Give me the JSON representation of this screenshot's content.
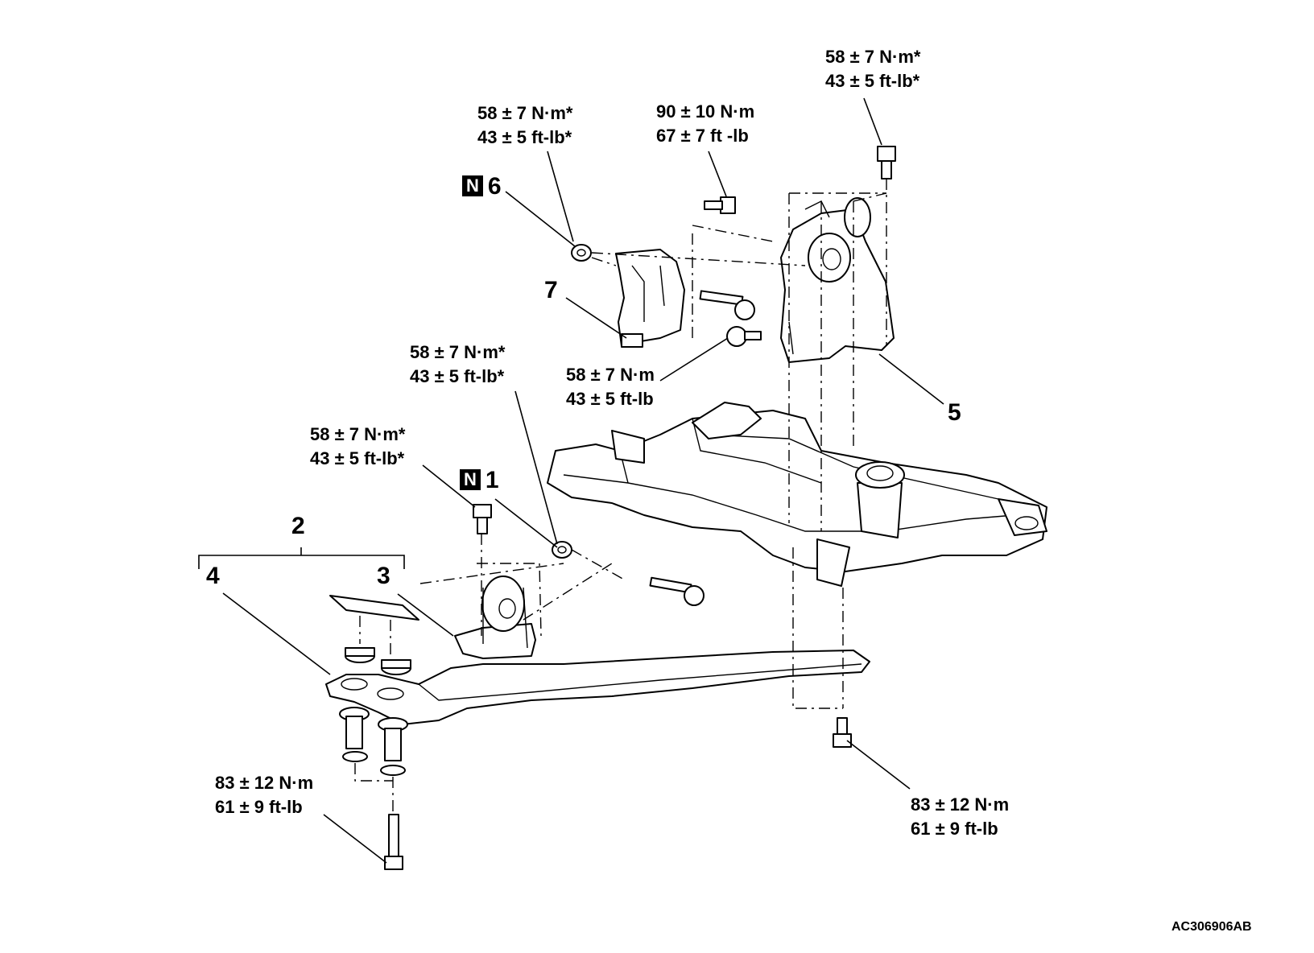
{
  "torques": {
    "t1": {
      "metric": "58 ± 7 N·m*",
      "imperial": "43 ± 5 ft-lb*"
    },
    "t2": {
      "metric": "58 ± 7 N·m*",
      "imperial": "43 ± 5 ft-lb*"
    },
    "t3": {
      "metric": "90 ± 10 N·m",
      "imperial": "67 ± 7 ft -lb"
    },
    "t4": {
      "metric": "58 ± 7 N·m*",
      "imperial": "43 ± 5 ft-lb*"
    },
    "t5": {
      "metric": "58 ± 7 N·m",
      "imperial": "43 ± 5 ft-lb"
    },
    "t6": {
      "metric": "58 ± 7 N·m*",
      "imperial": "43 ± 5 ft-lb*"
    },
    "t7": {
      "metric": "83 ± 12 N·m",
      "imperial": "61 ± 9 ft-lb"
    },
    "t8": {
      "metric": "83 ± 12 N·m",
      "imperial": "61 ± 9 ft-lb"
    }
  },
  "parts": {
    "p1": "1",
    "p2": "2",
    "p3": "3",
    "p4": "4",
    "p5": "5",
    "p6": "6",
    "p7": "7"
  },
  "badge": "N",
  "figure_code": "AC306906AB"
}
